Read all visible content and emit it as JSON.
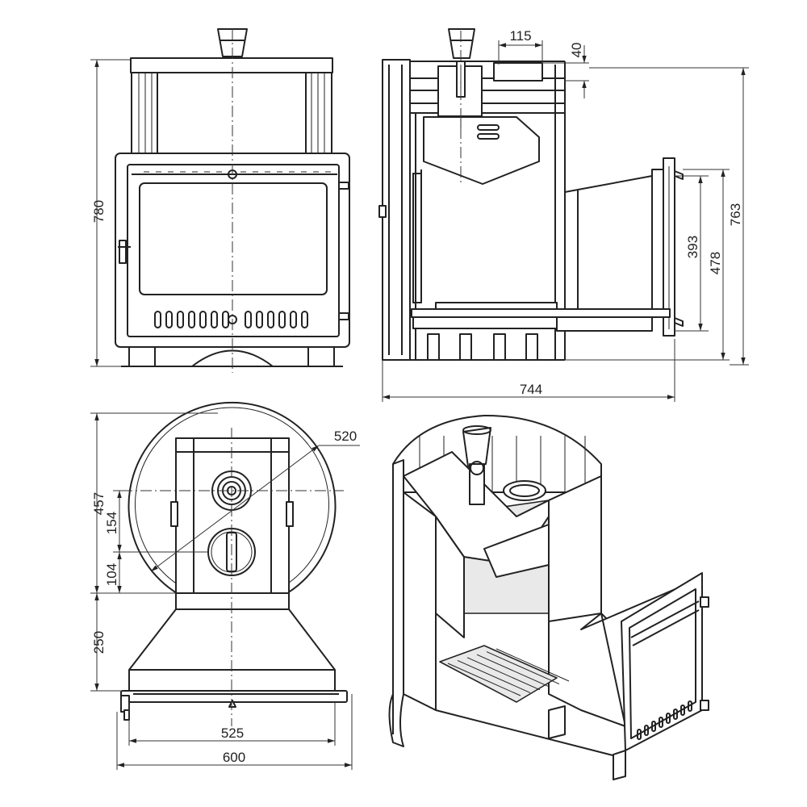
{
  "dimensions": {
    "height_front": "780",
    "top_offset_115": "115",
    "top_offset_40": "40",
    "door_height_393": "393",
    "tunnel_height_478": "478",
    "height_side": "763",
    "depth_total": "744",
    "diameter": "520",
    "plan_depth_457": "457",
    "plan_offset_154": "154",
    "plan_offset_104": "104",
    "tunnel_length_250": "250",
    "door_width_525": "525",
    "overall_width_600": "600"
  }
}
